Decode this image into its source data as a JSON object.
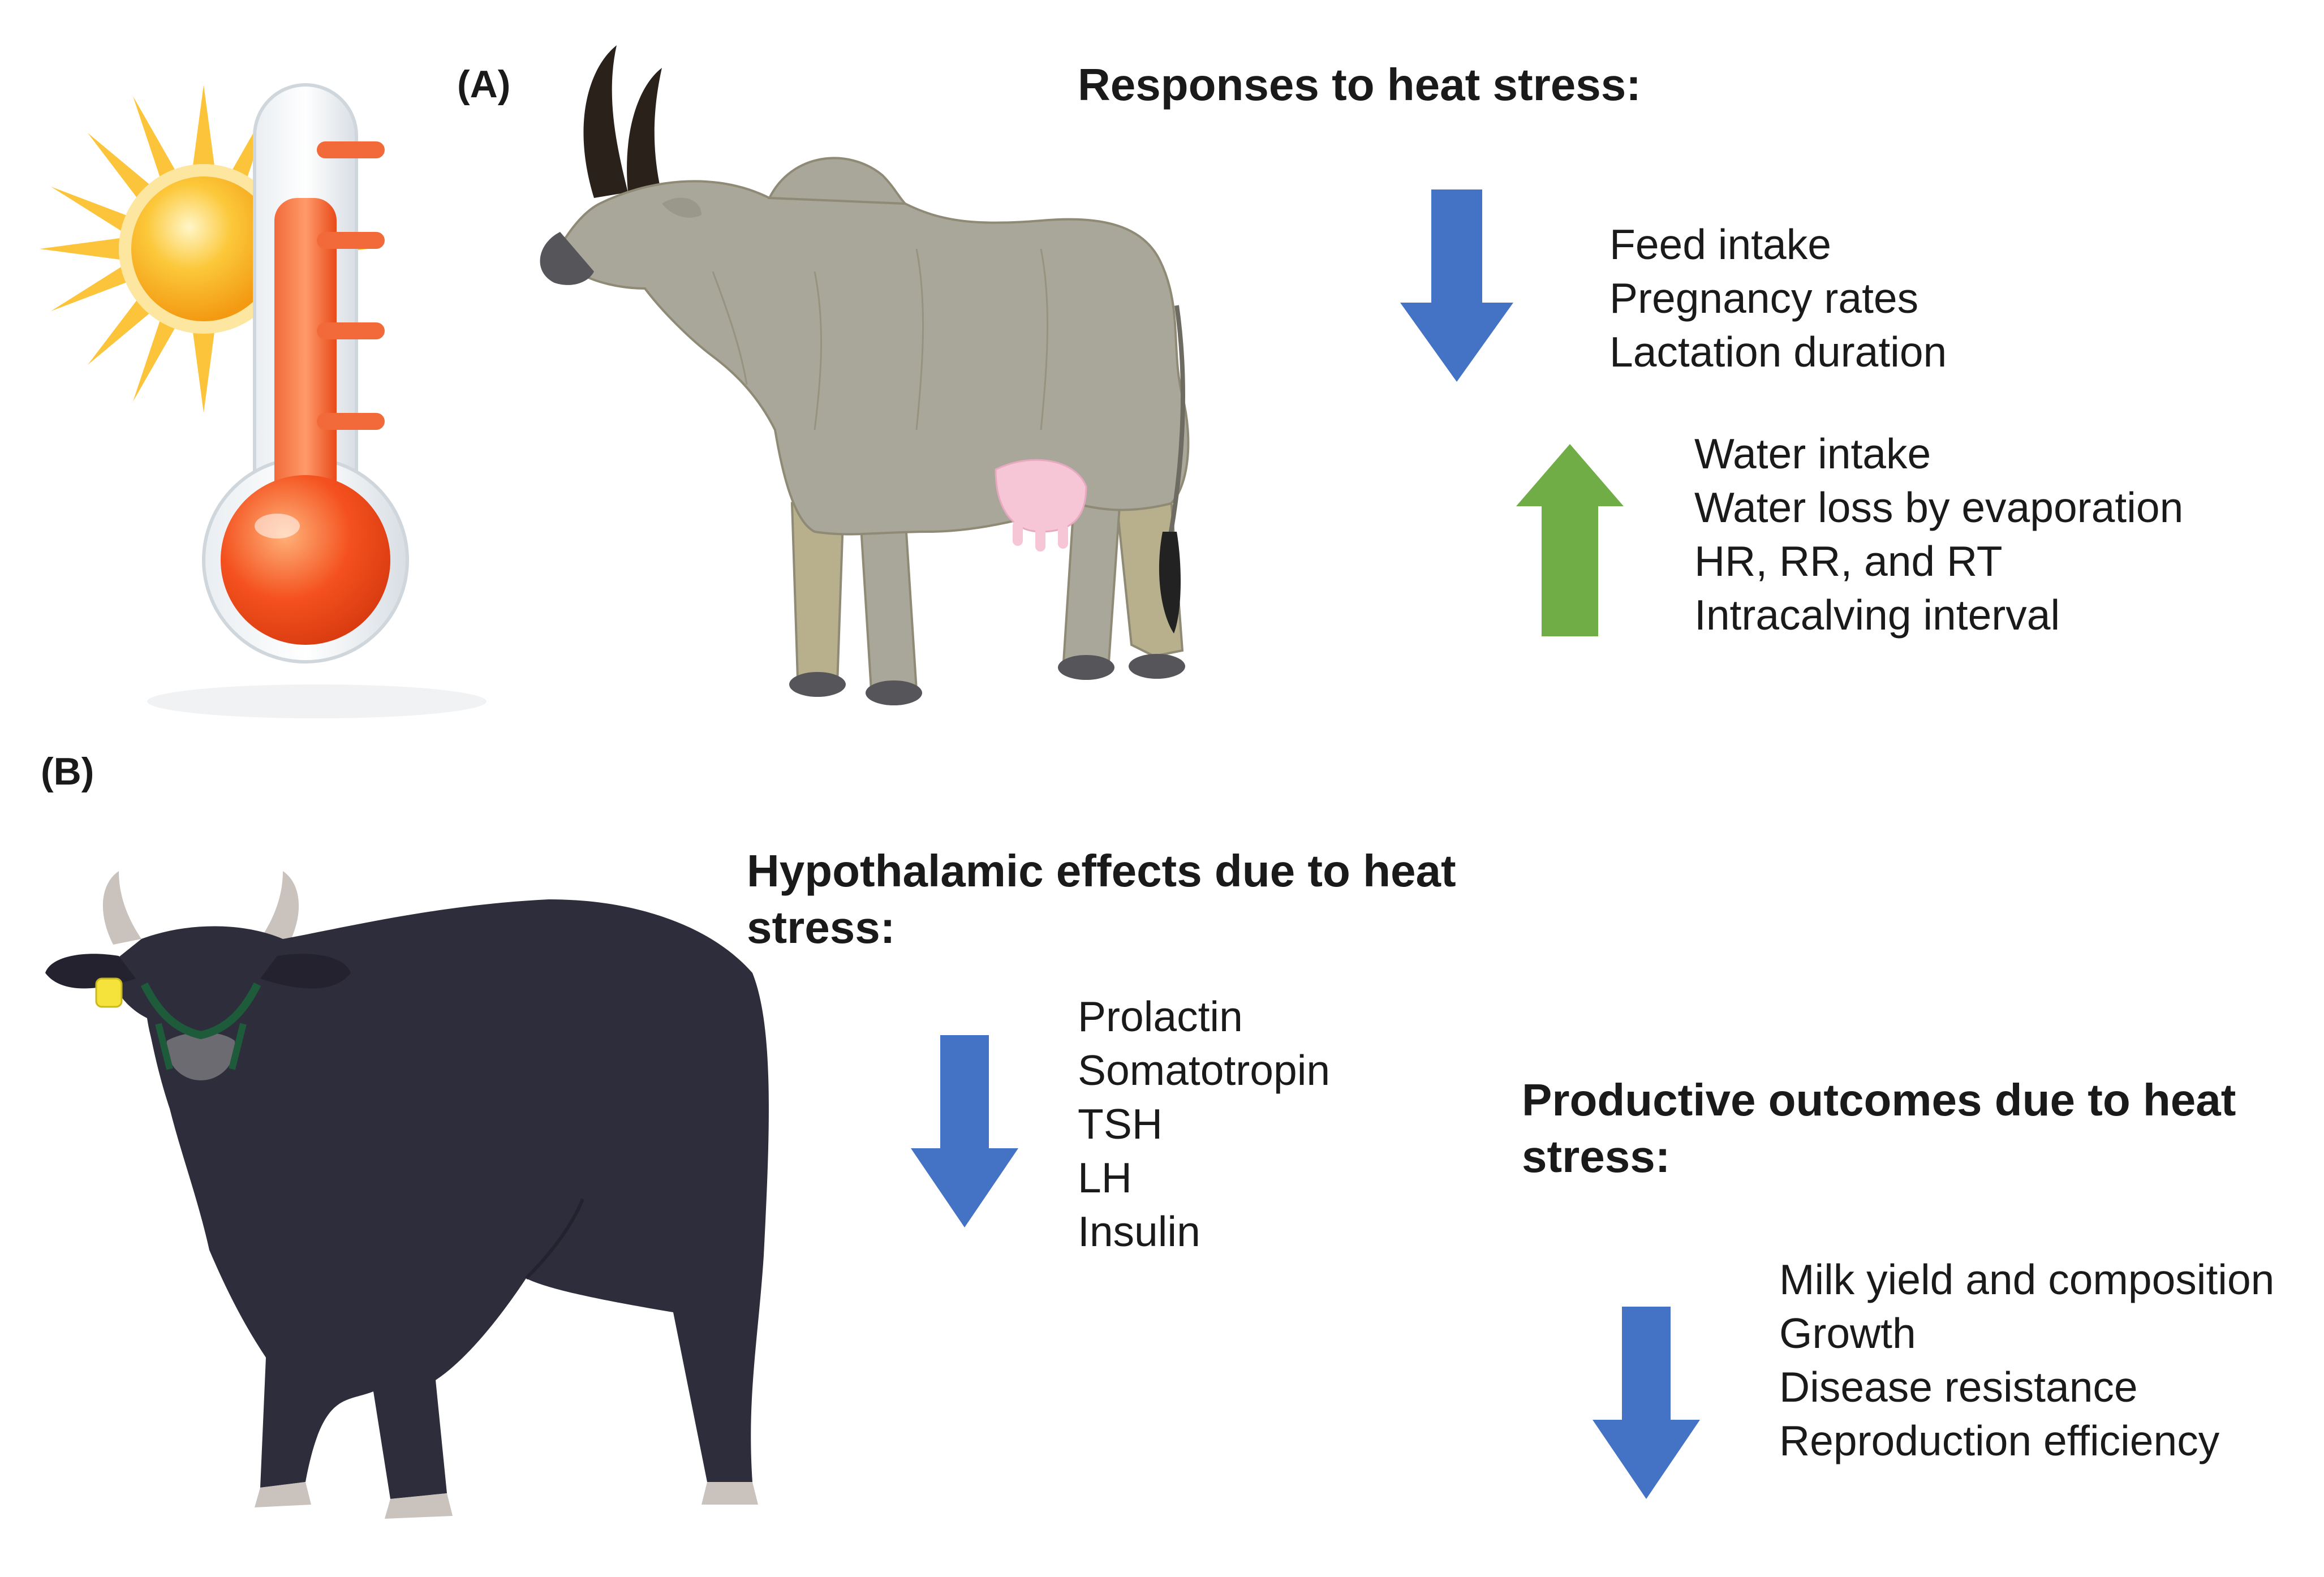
{
  "panel_a": {
    "label": "(A)",
    "heading": "Responses to heat stress:",
    "decrease_items": [
      "Feed intake",
      "Pregnancy rates",
      "Lactation duration"
    ],
    "increase_items": [
      "Water intake",
      "Water loss by evaporation",
      "HR, RR, and RT",
      "Intracalving interval"
    ]
  },
  "panel_b": {
    "label": "(B)",
    "hypothalamic_heading": "Hypothalamic effects due to heat stress:",
    "hypothalamic_items": [
      "Prolactin",
      "Somatotropin",
      "TSH",
      "LH",
      "Insulin"
    ],
    "productive_heading": "Productive outcomes due to heat stress:",
    "productive_items": [
      "Milk yield and composition",
      "Growth",
      "Disease resistance",
      "Reproduction efficiency"
    ]
  },
  "colors": {
    "decrease_arrow": "#4472C4",
    "increase_arrow": "#70AD47",
    "zebu_body": "#a9a79a",
    "buffalo_body": "#2e2d3b",
    "thermometer_fluid": "#f4511e",
    "sun": "#fbb829"
  },
  "icons": {
    "sun_thermometer": "sun-thermometer-icon",
    "zebu_cow": "zebu-cow-illustration",
    "buffalo": "buffalo-illustration",
    "down_arrow": "down-arrow-icon",
    "up_arrow": "up-arrow-icon"
  }
}
